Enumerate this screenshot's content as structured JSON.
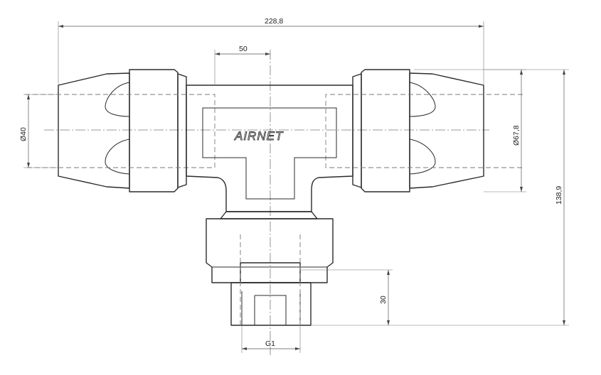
{
  "drawing": {
    "logo": "AIRNET",
    "dimensions": {
      "overall_length": "228,8",
      "center_offset": "50",
      "pipe_diameter": "Ø40",
      "body_diameter": "Ø67,8",
      "total_height": "138,9",
      "thread_length": "30",
      "thread_size": "G1"
    }
  }
}
